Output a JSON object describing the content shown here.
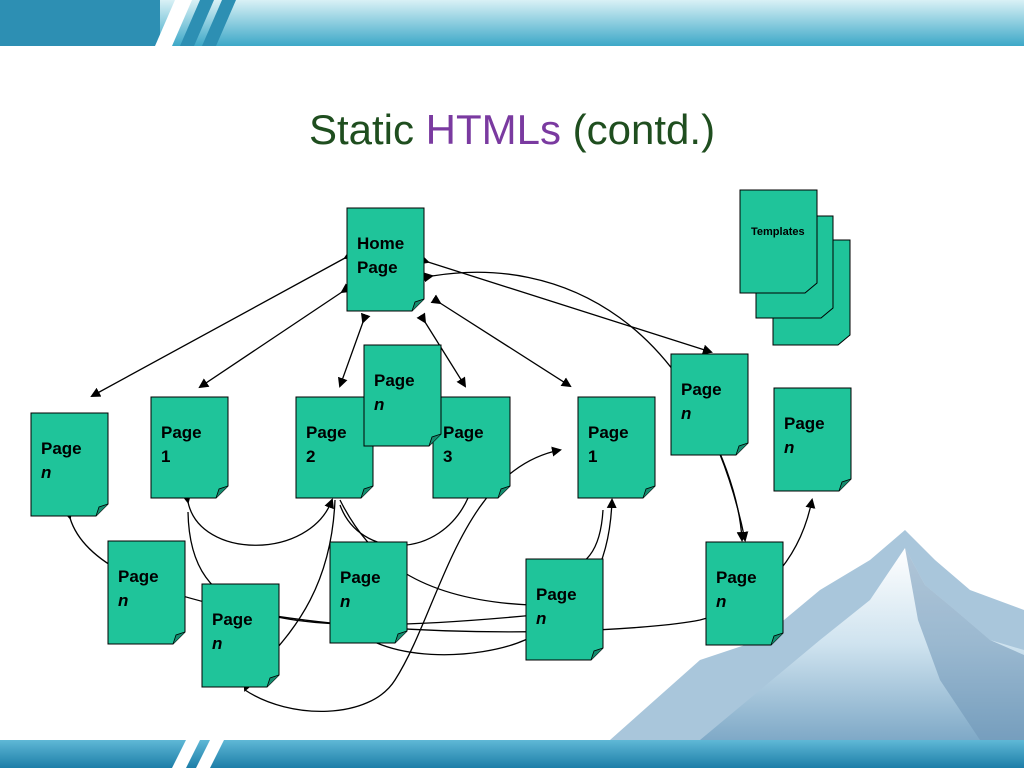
{
  "slide": {
    "title_prefix": "Static",
    "title_accent": "HTMLs",
    "title_suffix": "(contd.)",
    "colors": {
      "page_fill": "#1fc49a",
      "title_text": "#1f4e1f",
      "title_accent": "#7a3aa0",
      "header_bar": "#2a8ab0"
    }
  },
  "diagram": {
    "templates_label": "Templates",
    "nodes": [
      {
        "id": "home",
        "line1": "Home",
        "line2": "Page",
        "italic2": false
      },
      {
        "id": "left-n",
        "line1": "Page",
        "line2": "n",
        "italic2": true
      },
      {
        "id": "left-1",
        "line1": "Page",
        "line2": "1",
        "italic2": false
      },
      {
        "id": "p2",
        "line1": "Page",
        "line2": "2",
        "italic2": false
      },
      {
        "id": "mid-n",
        "line1": "Page",
        "line2": "n",
        "italic2": true
      },
      {
        "id": "p3",
        "line1": "Page",
        "line2": "3",
        "italic2": false
      },
      {
        "id": "right-1",
        "line1": "Page",
        "line2": "1",
        "italic2": false
      },
      {
        "id": "right-n",
        "line1": "Page",
        "line2": "n",
        "italic2": true
      },
      {
        "id": "far-n",
        "line1": "Page",
        "line2": "n",
        "italic2": true
      },
      {
        "id": "bot-a",
        "line1": "Page",
        "line2": "n",
        "italic2": true
      },
      {
        "id": "bot-b",
        "line1": "Page",
        "line2": "n",
        "italic2": true
      },
      {
        "id": "bot-c",
        "line1": "Page",
        "line2": "n",
        "italic2": true
      },
      {
        "id": "bot-d",
        "line1": "Page",
        "line2": "n",
        "italic2": true
      },
      {
        "id": "bot-e",
        "line1": "Page",
        "line2": "n",
        "italic2": true
      }
    ]
  }
}
